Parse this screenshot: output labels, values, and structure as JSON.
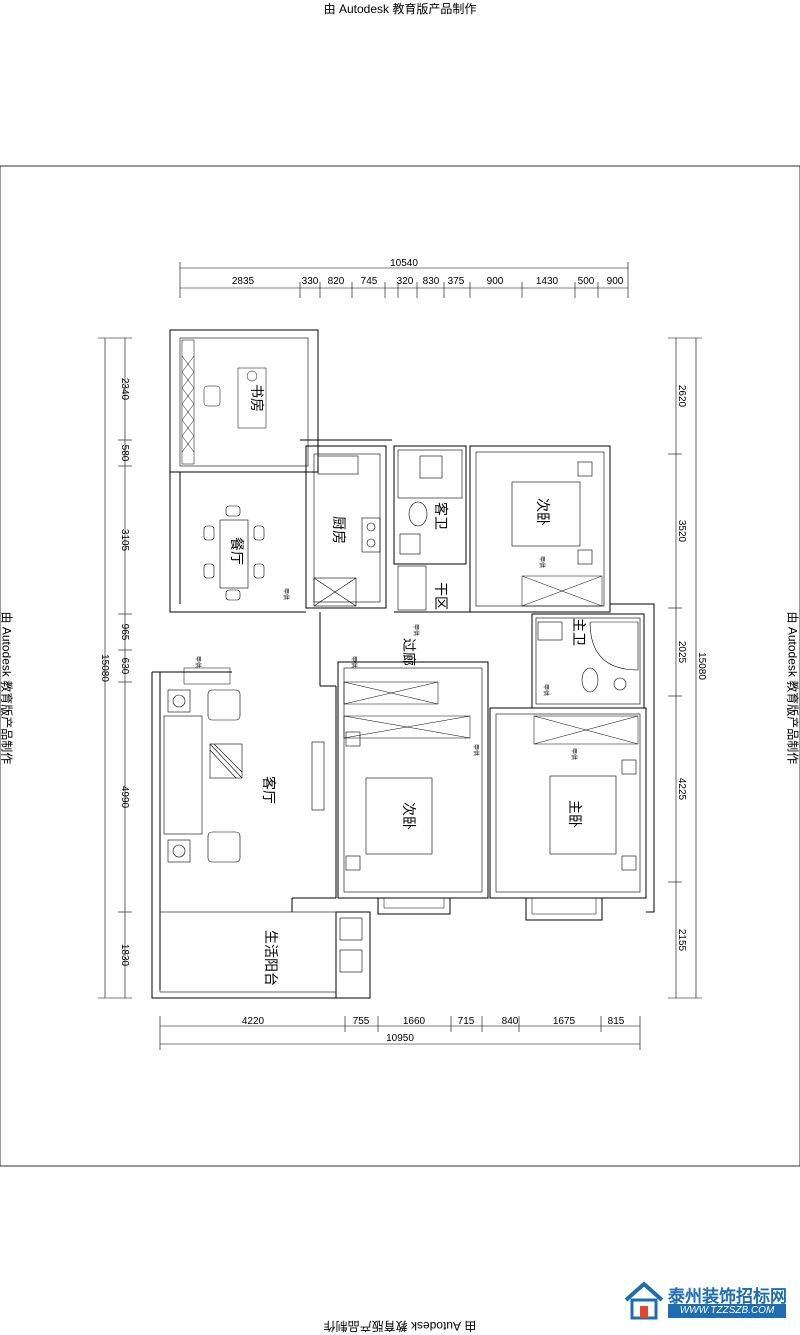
{
  "watermark": "由 Autodesk 教育版产品制作",
  "top_dims": {
    "total": "10540",
    "segments": [
      "2835",
      "330",
      "820",
      "745",
      "320",
      "830",
      "375",
      "900",
      "1430",
      "500",
      "900"
    ]
  },
  "bottom_dims": {
    "total": "10950",
    "segments": [
      "4220",
      "755",
      "1660",
      "715",
      "840",
      "1675",
      "815"
    ]
  },
  "left_dims": {
    "total": "15080",
    "segments": [
      "2340",
      "580",
      "3105",
      "965",
      "630",
      "4990",
      "1830"
    ]
  },
  "right_dims": {
    "total": "15080",
    "segments": [
      "2620",
      "3520",
      "2025",
      "4225",
      "2155"
    ]
  },
  "rooms": {
    "study": "书房",
    "dining": "餐厅",
    "kitchen": "厨房",
    "guest_bath": "客卫",
    "bedroom2": "次卧",
    "dry_area": "干区",
    "corridor": "过廊",
    "master_bath": "主卫",
    "living": "客厅",
    "bedroom3": "次卧",
    "master_bedroom": "主卧",
    "balcony": "生活阳台"
  },
  "small_label": "甲供",
  "logo": {
    "name": "泰州装饰招标网",
    "url": "WWW.TZZSZB.COM"
  },
  "colors": {
    "brand": "#1e6db3",
    "line": "#000000"
  }
}
